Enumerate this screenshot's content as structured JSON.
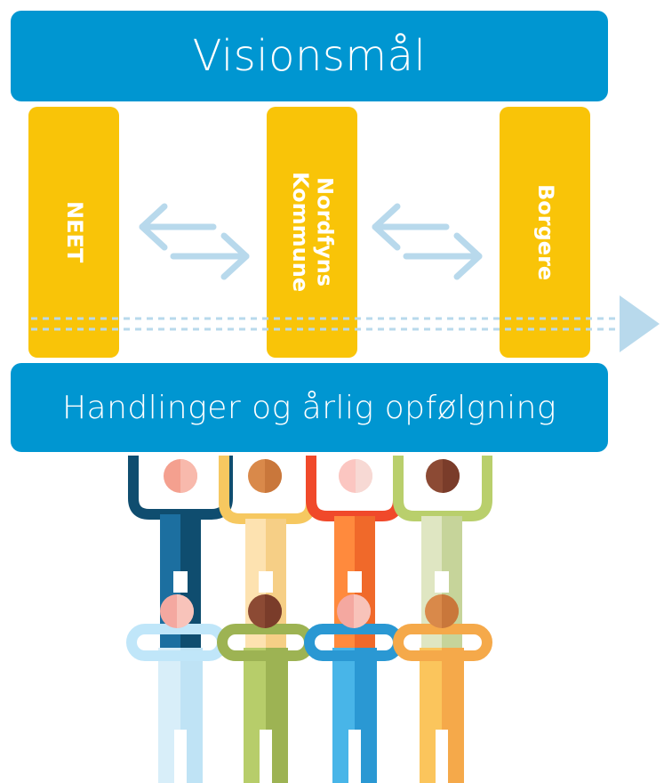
{
  "diagram": {
    "top_banner": "Visionsmål",
    "bottom_banner": "Handlinger og årlig opfølgning",
    "pillars": [
      {
        "label": "NEET"
      },
      {
        "label": "Nordfyns\nKommune"
      },
      {
        "label": "Borgere"
      }
    ]
  },
  "colors": {
    "banner": "#0096d1",
    "pillar": "#f9c408",
    "arrow": "#b8d9ec"
  }
}
